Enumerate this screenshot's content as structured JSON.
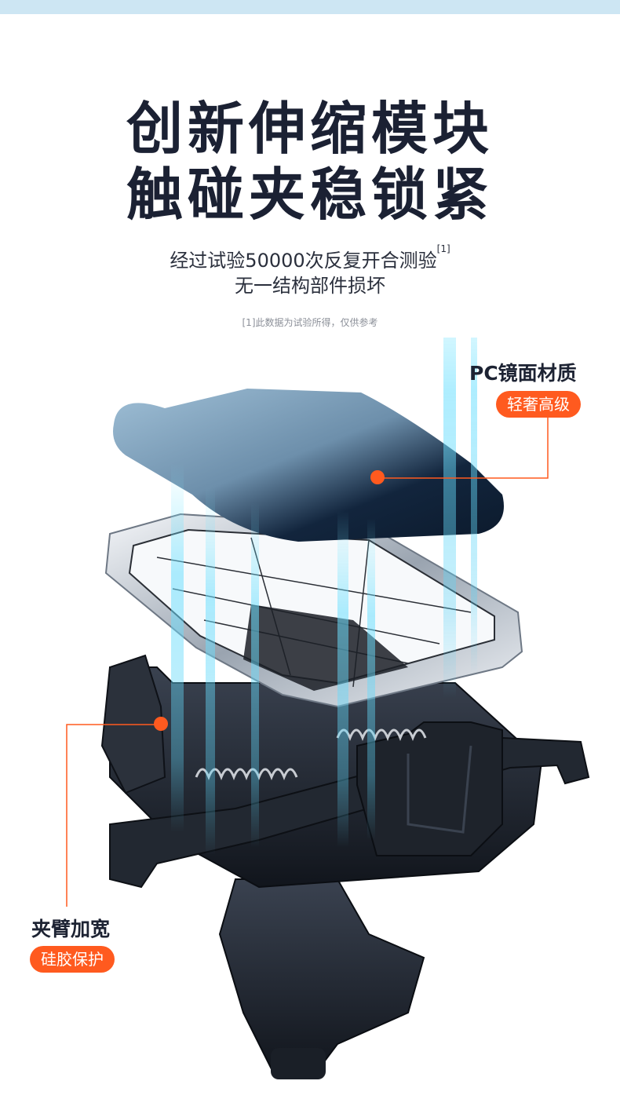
{
  "headline": {
    "line1": "创新伸缩模块",
    "line2": "触碰夹稳锁紧"
  },
  "subtitle": {
    "line1": "经过试验50000次反复开合测验",
    "line1_sup": "[1]",
    "line2": "无一结构部件损坏"
  },
  "footnote": "[1]此数据为试验所得，仅供参考",
  "features": {
    "mirror": {
      "title": "PC镜面材质",
      "badge": "轻奢高级"
    },
    "arm": {
      "title": "夹臂加宽",
      "badge": "硅胶保护"
    }
  },
  "colors": {
    "accent": "#ff5a1f",
    "headline": "#1b2133",
    "top_bar": "#cde6f3"
  },
  "product_image": {
    "icon": "car-phone-mount-exploded-view"
  }
}
